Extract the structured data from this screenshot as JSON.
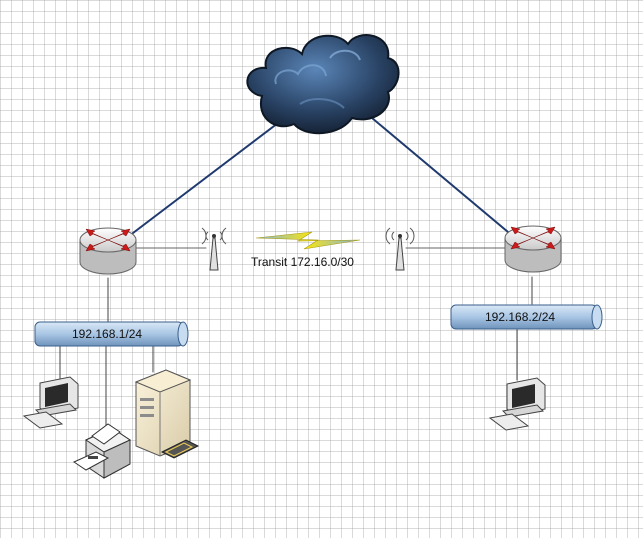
{
  "diagram": {
    "cloud": {
      "icon": "cloud-icon"
    },
    "link": {
      "label": "Transit 172.16.0/30",
      "icon": "lightning-bolt-icon"
    },
    "site_left": {
      "router": "router-icon",
      "antenna": "antenna-icon",
      "lan_label": "192.168.1/24",
      "devices": [
        "workstation-icon",
        "printer-icon",
        "server-icon"
      ]
    },
    "site_right": {
      "router": "router-icon",
      "antenna": "antenna-icon",
      "lan_label": "192.168.2/24",
      "devices": [
        "workstation-icon"
      ]
    }
  },
  "colors": {
    "wan_line": "#1f3a6e",
    "lan_pipe": "#a9c6e4",
    "router_arrows": "#cc1a1a",
    "cloud_dark": "#1b2d44",
    "bolt": "#f2e21a"
  }
}
